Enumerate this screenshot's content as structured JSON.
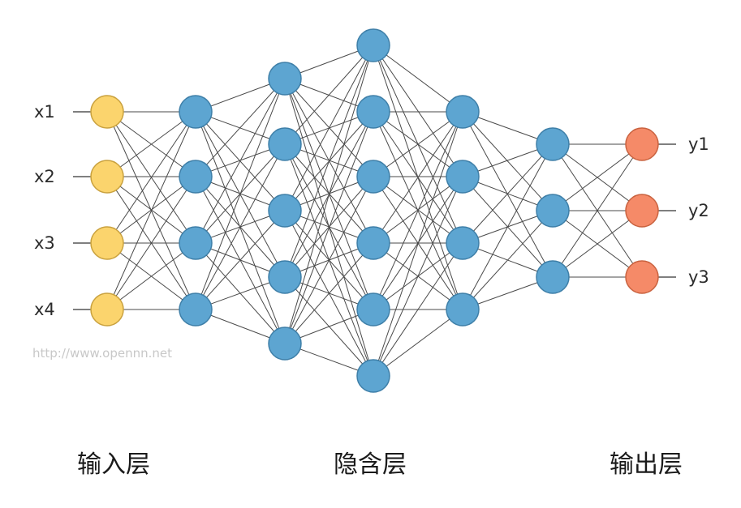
{
  "diagram": {
    "layers": [
      {
        "role": "input",
        "count": 4
      },
      {
        "role": "hidden",
        "count": 4
      },
      {
        "role": "hidden",
        "count": 5
      },
      {
        "role": "hidden",
        "count": 6
      },
      {
        "role": "hidden",
        "count": 4
      },
      {
        "role": "hidden",
        "count": 3
      },
      {
        "role": "output",
        "count": 3
      }
    ],
    "inputs": [
      "x1",
      "x2",
      "x3",
      "x4"
    ],
    "outputs": [
      "y1",
      "y2",
      "y3"
    ],
    "watermark": "http://www.opennn.net",
    "captions": {
      "input": "输入层",
      "hidden": "隐含层",
      "output": "输出层"
    },
    "colors": {
      "input_fill": "#FBD46D",
      "input_stroke": "#C9A13E",
      "hidden_fill": "#5DA5D1",
      "hidden_stroke": "#3E7FA8",
      "output_fill": "#F58A68",
      "output_stroke": "#C9623F",
      "edge": "#4a4a4a"
    }
  }
}
